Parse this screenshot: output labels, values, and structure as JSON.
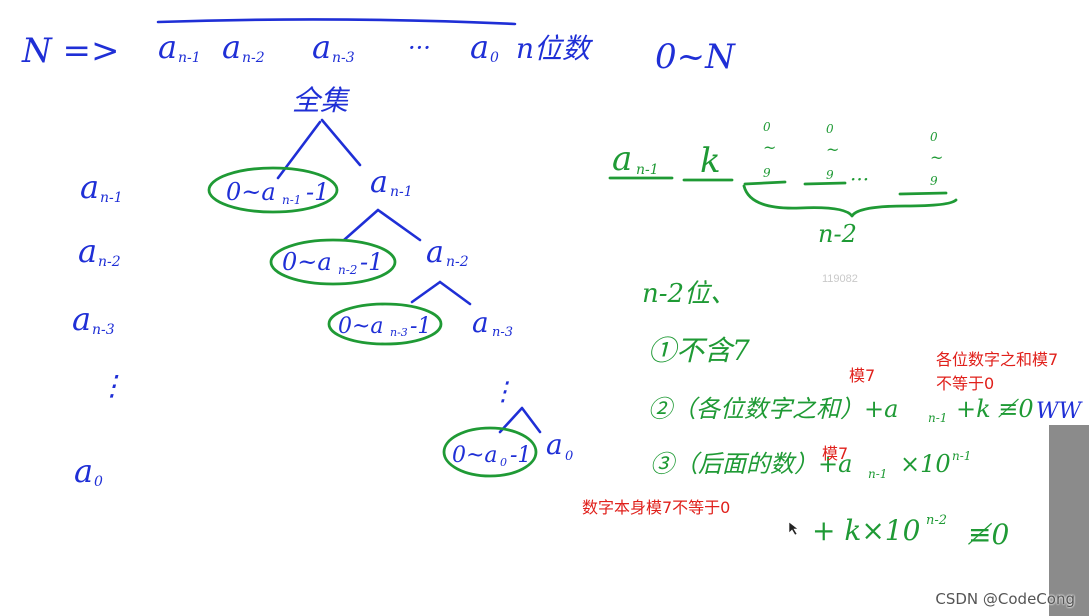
{
  "header": {
    "n_arrow": "N =>",
    "digits": "a",
    "subs": [
      "n-1",
      "n-2",
      "n-3"
    ],
    "ellipsis": "···",
    "a0": "a",
    "a0_sub": "0",
    "n_digit_label": "n位数",
    "range": "0~N"
  },
  "tree": {
    "root": "全集",
    "left_labels": [
      {
        "a": "a",
        "sub": "n-1"
      },
      {
        "a": "a",
        "sub": "n-2"
      },
      {
        "a": "a",
        "sub": "n-3"
      },
      {
        "a": "a",
        "sub": "0"
      }
    ],
    "vdots": "⋮",
    "nodes": [
      {
        "circle": "0~a",
        "sub": "n-1",
        "tail": "-1",
        "right": "a",
        "rsub": "n-1"
      },
      {
        "circle": "0~a",
        "sub": "n-2",
        "tail": "-1",
        "right": "a",
        "rsub": "n-2"
      },
      {
        "circle": "0~a",
        "sub": "n-3",
        "tail": "-1",
        "right": "a",
        "rsub": "n-3"
      },
      {
        "circle": "0~a",
        "sub": "0",
        "tail": "-1",
        "right": "a",
        "rsub": "0"
      }
    ]
  },
  "right_panel": {
    "top_a": "a",
    "top_sub": "n-1",
    "k": "k",
    "digit_range_top": "0",
    "digit_range_mid": "~",
    "digit_range_bot": "9",
    "dots": "···",
    "brace_label": "n-2",
    "line1": "n-2位、",
    "step1": "①不含7",
    "step2": "②（各位数字之和）+a",
    "step2_sub": "n-1",
    "step2_tail": "+k ≢0",
    "step3": "③（后面的数）+a",
    "step3_sub": "n-1",
    "step3_mid": "×10",
    "step3_exp": "n-1",
    "step3_line2": "+ k×10",
    "step3_line2_exp": "n-2",
    "step3_line2_tail": "≢0",
    "clipped": "WW",
    "gray_number": "119082"
  },
  "notes": {
    "mod7_a": "模7",
    "sum_note_1": "各位数字之和模7",
    "sum_note_2": "不等于0",
    "mod7_b": "模7",
    "self_note": "数字本身模7不等于0"
  },
  "watermark": "CSDN @CodeCong"
}
